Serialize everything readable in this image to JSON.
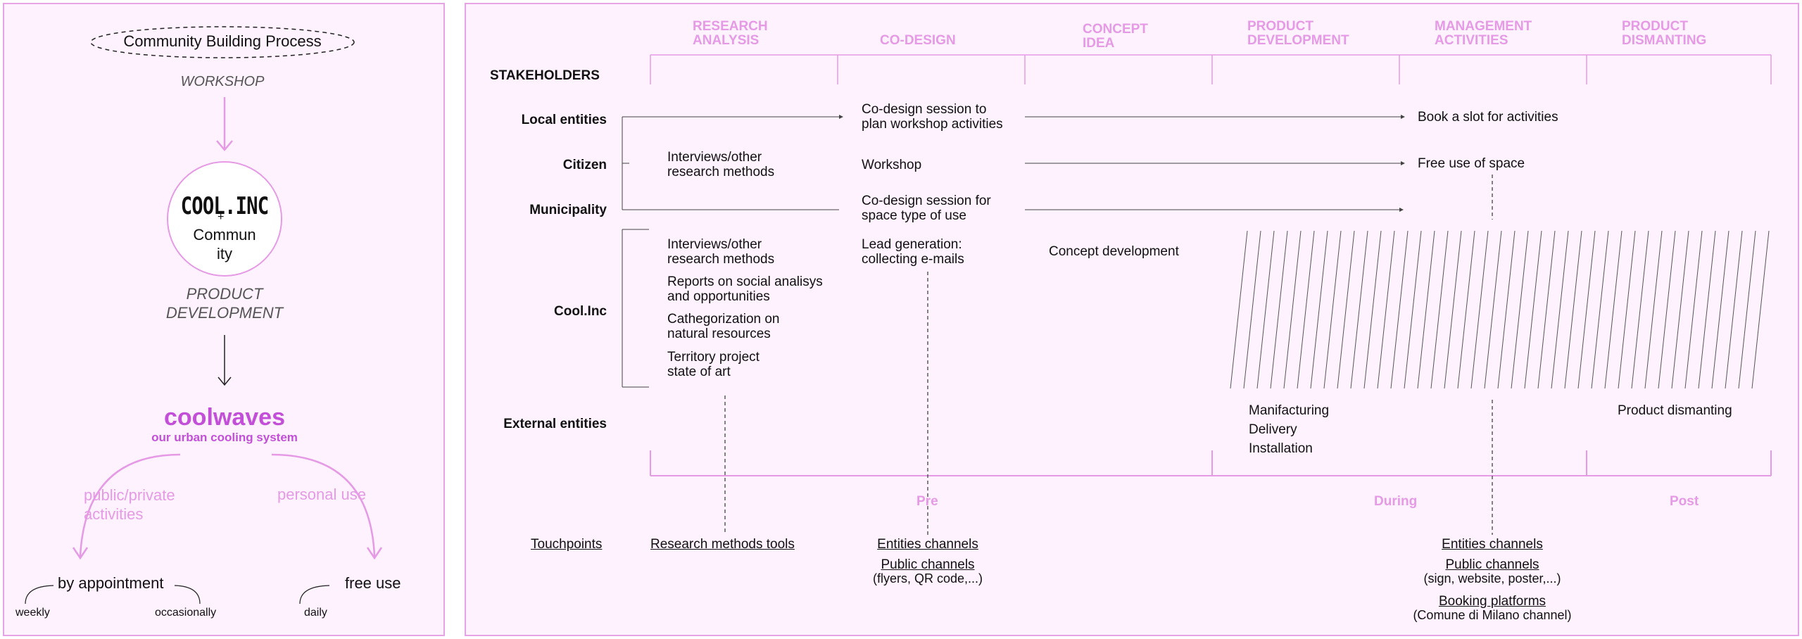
{
  "left": {
    "title": "Community Building Process",
    "workshop": "WORKSHOP",
    "coolinc_logo": "COOL.INC",
    "plus": "+",
    "community": "Commun\nity",
    "product_development": "PRODUCT\nDEVELOPMENT",
    "coolwaves_logo": "coolwaves",
    "coolwaves_tagline": "our urban cooling system",
    "public_private": "public/private\nactivities",
    "personal_use": "personal use",
    "by_appointment": "by appointment",
    "weekly": "weekly",
    "occasionally": "occasionally",
    "free_use": "free use",
    "daily": "daily"
  },
  "diagram": {
    "stages": [
      "RESEARCH\nANALYSIS",
      "CO-DESIGN",
      "CONCEPT\nIDEA",
      "PRODUCT\nDEVELOPMENT",
      "MANAGEMENT\nACTIVITIES",
      "PRODUCT\nDISMANTING"
    ],
    "stakeholders_header": "STAKEHOLDERS",
    "stakeholders": {
      "local": "Local entities",
      "citizen": "Citizen",
      "municipality": "Municipality",
      "coolinc": "Cool.Inc",
      "external": "External entities"
    },
    "activities": {
      "local_codesign": "Co-design session to\nplan workshop activities",
      "local_book": "Book a slot for activities",
      "citizen_interviews": "Interviews/other\nresearch methods",
      "citizen_workshop": "Workshop",
      "citizen_free": "Free use of space",
      "muni_codesign": "Co-design session for\nspace type of use",
      "cool_interviews": "Interviews/other\nresearch methods",
      "cool_reports": "Reports on social analisys\nand opportunities",
      "cool_cathegorization": "Cathegorization on\nnatural resources",
      "cool_territory": "Territory project\nstate of art",
      "cool_lead": "Lead generation:\ncollecting e-mails",
      "cool_concept": "Concept development",
      "ext_manufacturing": "Manifacturing",
      "ext_delivery": "Delivery",
      "ext_installation": "Installation",
      "ext_dismanting": "Product dismanting"
    },
    "periods": {
      "pre": "Pre",
      "during": "During",
      "post": "Post"
    },
    "touchpoints": {
      "label": "Touchpoints",
      "research_tools": "Research methods tools",
      "entities_channels_pre": "Entities channels",
      "public_channels_pre": "Public channels",
      "public_channels_pre_sub": "(flyers, QR code,...)",
      "entities_channels_during": "Entities channels",
      "public_channels_during": "Public channels",
      "public_channels_during_sub": "(sign, website, poster,...)",
      "booking_platforms": "Booking platforms",
      "booking_sub": "(Comune di Milano channel)"
    }
  },
  "colors": {
    "panel_bg": "#fdf2fd",
    "pink": "#e69ae6",
    "purple": "#c34fd9",
    "text": "#111111"
  }
}
